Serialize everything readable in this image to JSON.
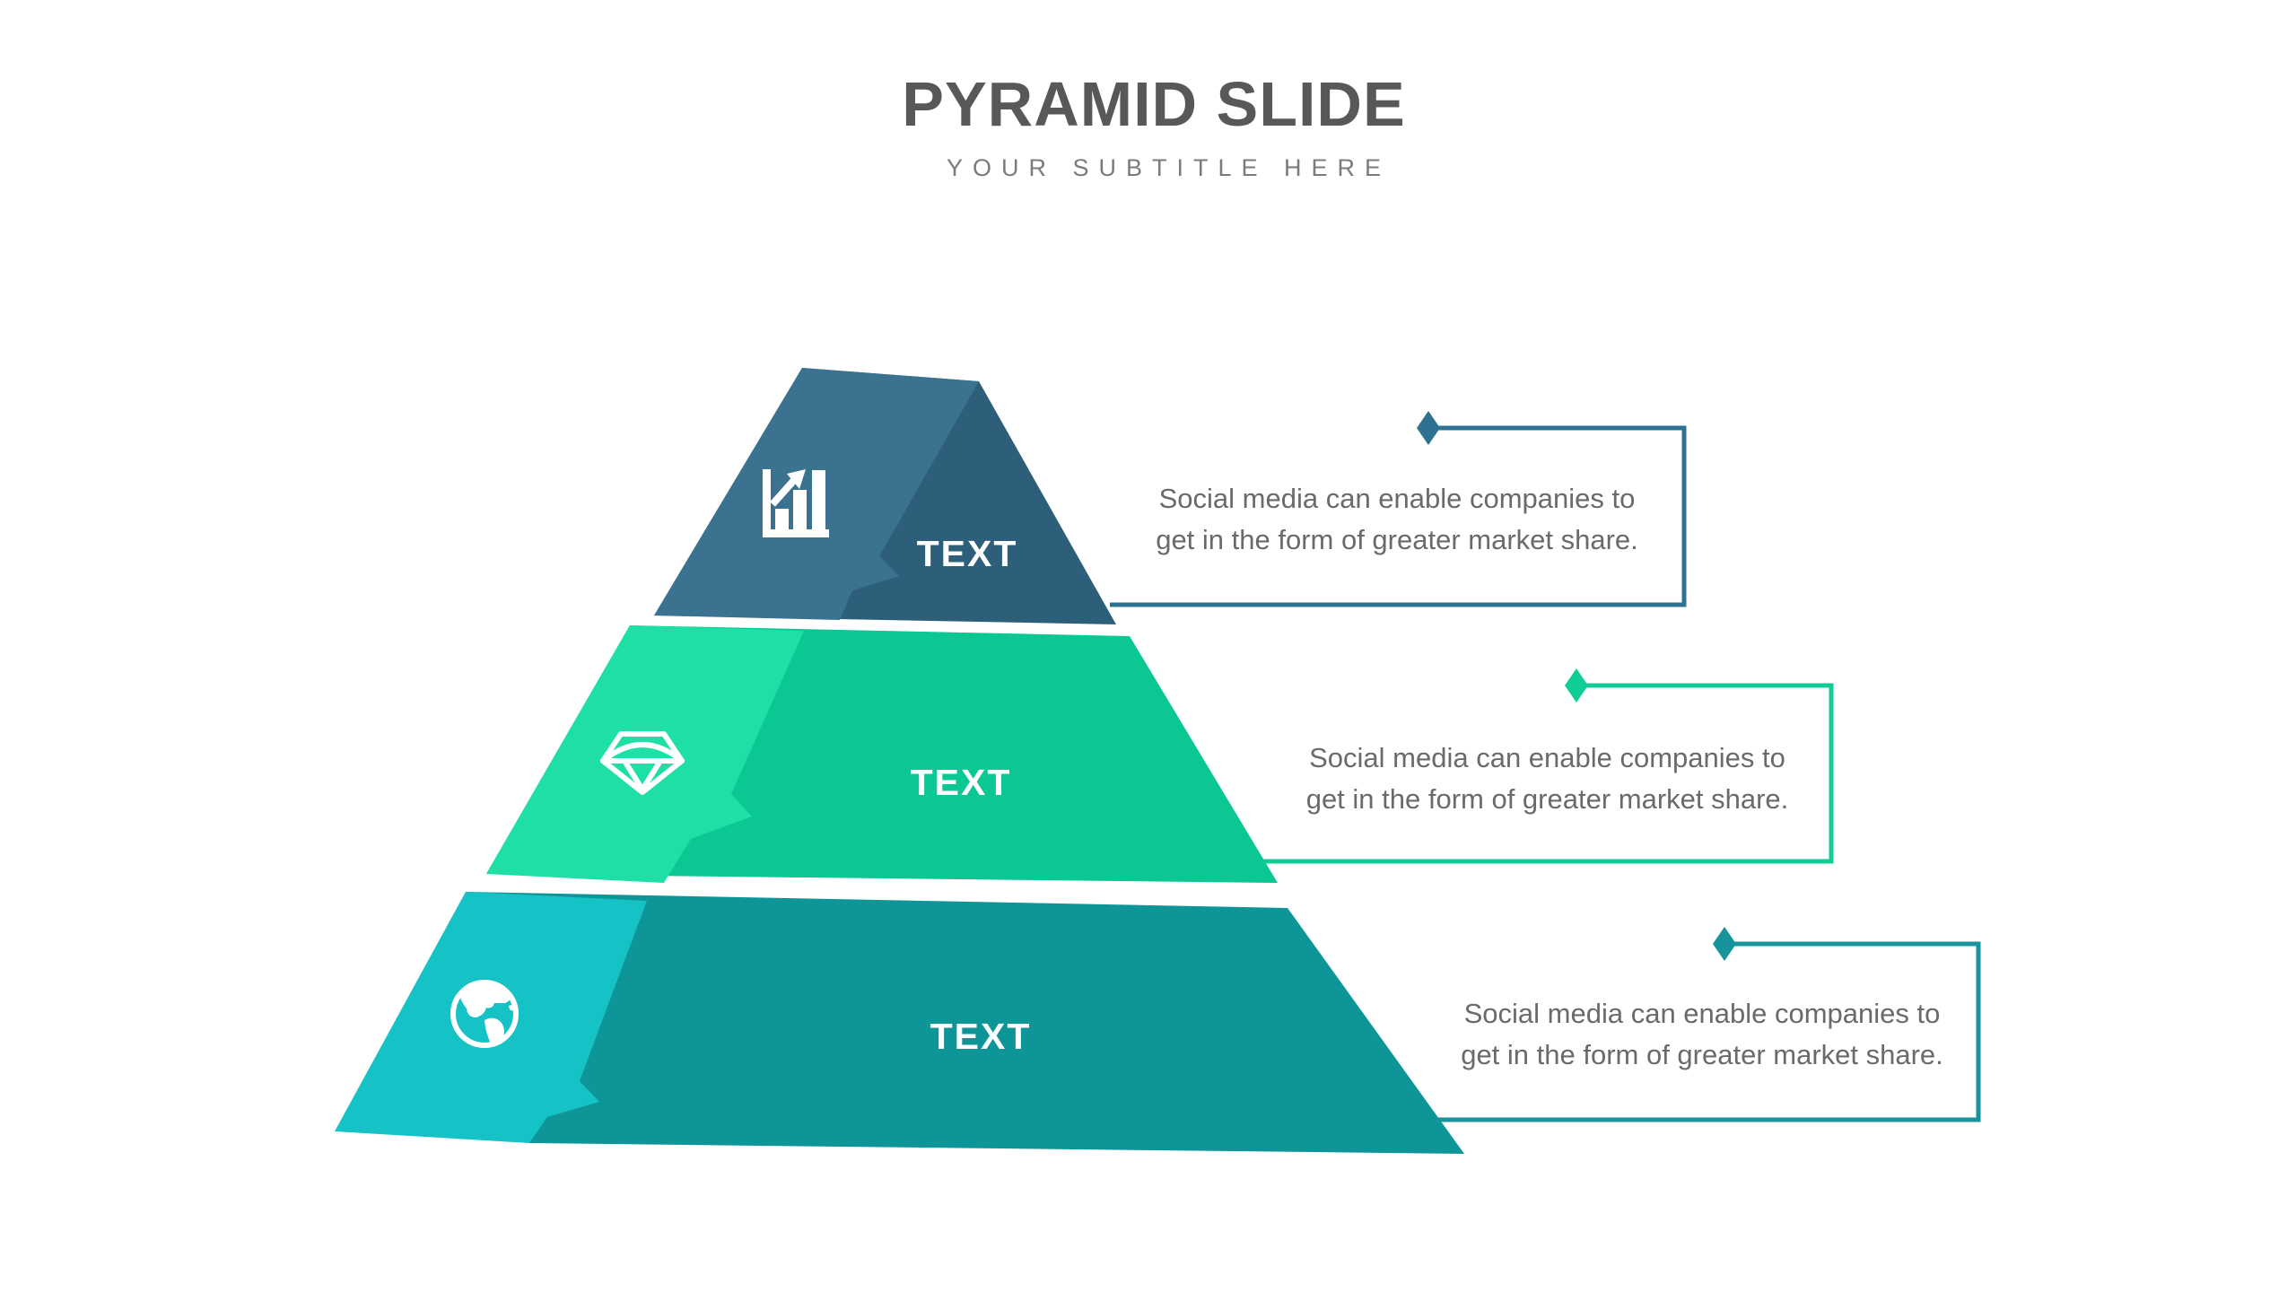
{
  "slide": {
    "title": "PYRAMID SLIDE",
    "subtitle": "YOUR SUBTITLE HERE",
    "background_color": "#FFFFFF",
    "title_color": "#58585A",
    "subtitle_color": "#7B7B7B",
    "body_text_color": "#6A6A6A"
  },
  "pyramid": {
    "tiers": [
      {
        "position": "top",
        "label": "TEXT",
        "icon": "bar-chart-growth-icon",
        "flap_color": "#3A7290",
        "face_color": "#2E5F7A"
      },
      {
        "position": "middle",
        "label": "TEXT",
        "icon": "gem-icon",
        "flap_color": "#1EDFA5",
        "face_color": "#0AC794"
      },
      {
        "position": "bottom",
        "label": "TEXT",
        "icon": "globe-icon",
        "flap_color": "#15C2C5",
        "face_color": "#0D9598"
      }
    ]
  },
  "callouts": [
    {
      "tier": "top",
      "color": "#2F7191",
      "lines": [
        "Social media can enable companies to",
        "get in the form of greater market share."
      ]
    },
    {
      "tier": "middle",
      "color": "#10CD96",
      "lines": [
        "Social media can enable companies to",
        "get in the form of greater market share."
      ]
    },
    {
      "tier": "bottom",
      "color": "#16939B",
      "lines": [
        "Social media can enable companies to",
        "get in the form of greater market share."
      ]
    }
  ]
}
